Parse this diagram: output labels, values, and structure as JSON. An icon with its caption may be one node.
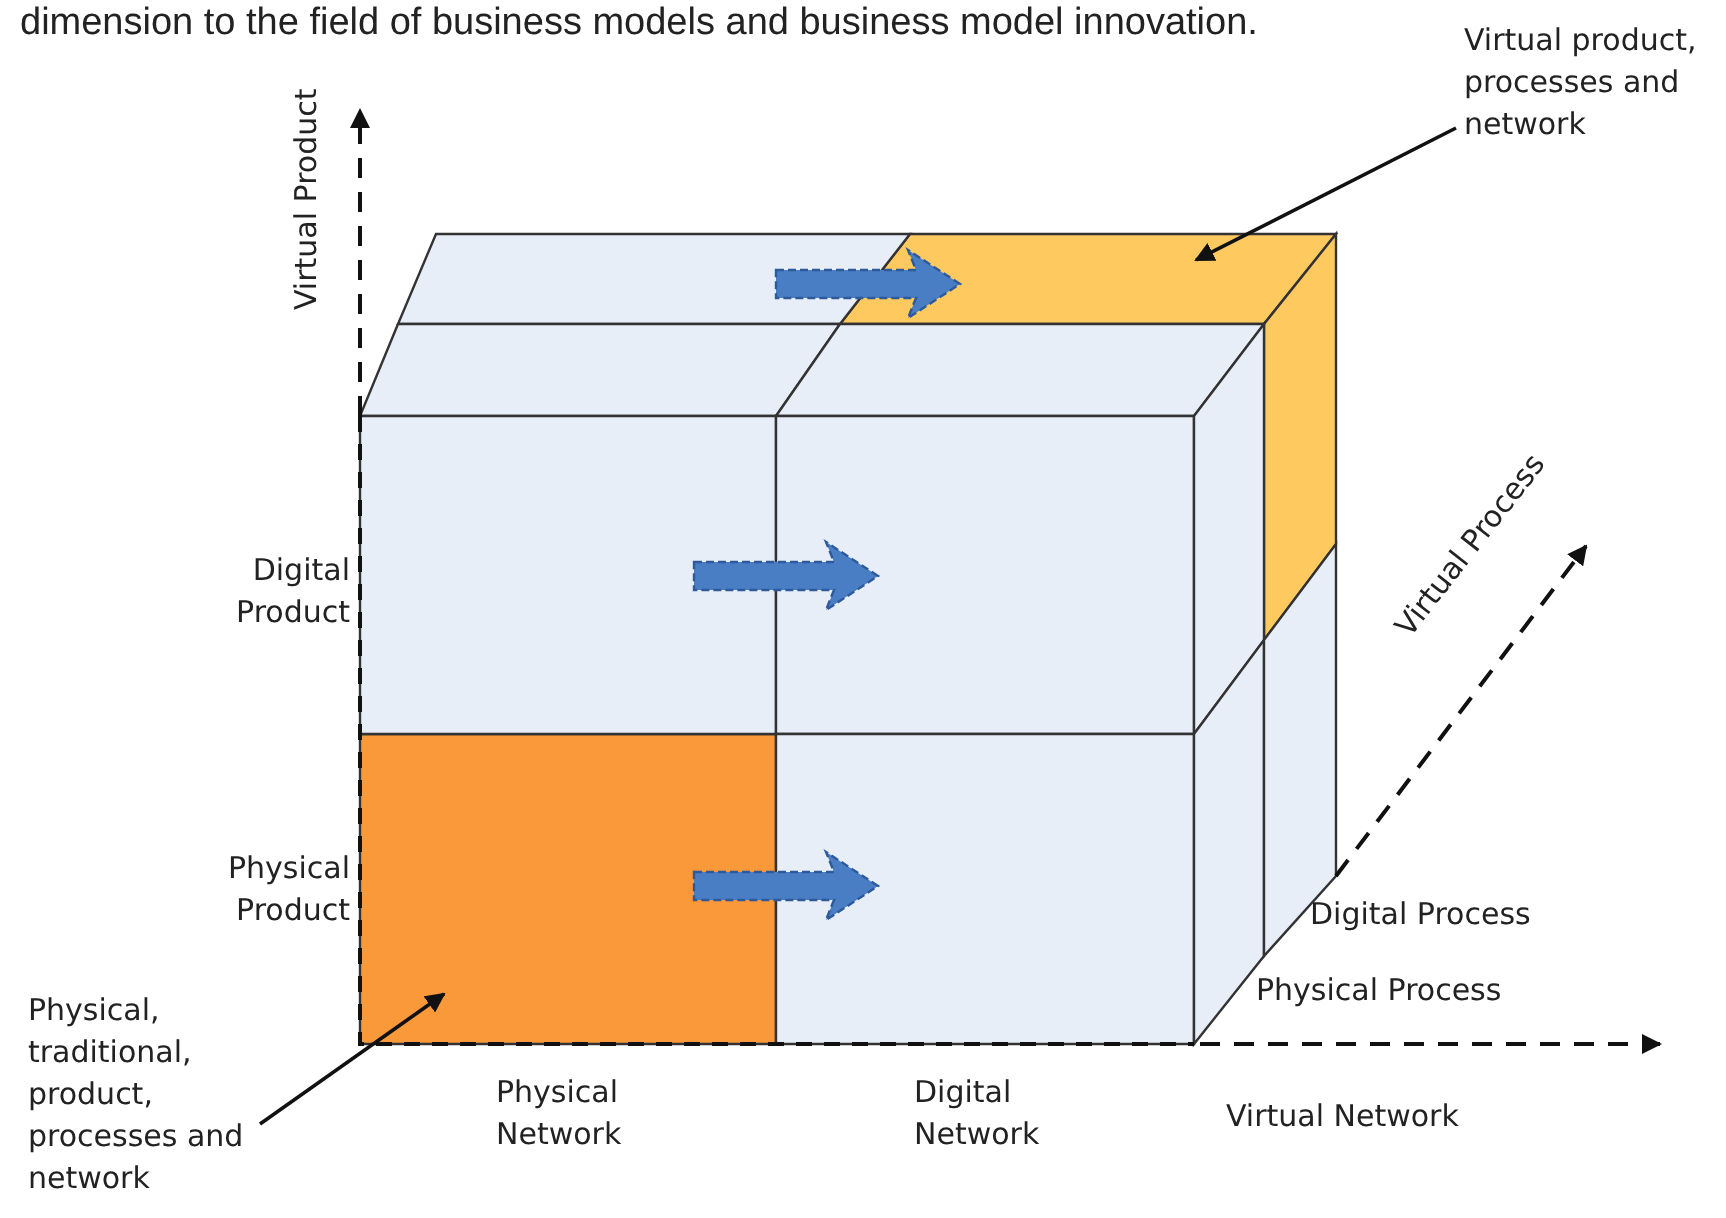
{
  "diagram": {
    "nodes": [
      {
        "text": [
          "Virtual product, processes and network"
        ]
      },
      {
        "text": [],
        "shape": "box"
      },
      {
        "text": [
          "Physical, traditional, product, processes and network"
        ]
      },
      {
        "text": [],
        "shape": "box"
      },
      {
        "text": [],
        "shape": "box"
      },
      {
        "text": [],
        "shape": "box"
      },
      {
        "text": [],
        "shape": "box"
      },
      {
        "text": [],
        "shape": "box"
      },
      {
        "text": [],
        "shape": "box"
      },
      {
        "text": [],
        "shape": "box"
      },
      {
        "text": [],
        "shape": "box"
      },
      {
        "text": [],
        "shape": "box"
      },
      {
        "text": [],
        "shape": "box"
      }
    ],
    "edges": [
      {
        "from": 0,
        "to": 1,
        "arrow": "to"
      },
      {
        "from": 2,
        "to": 3,
        "arrow": "to"
      },
      {
        "from": 4,
        "to": 1,
        "arrow": "to",
        "style": "thick",
        "color": "#4a7ec4"
      },
      {
        "from": 7,
        "to": 8,
        "arrow": "to",
        "style": "thick",
        "color": "#4a7ec4"
      },
      {
        "from": 3,
        "to": 10,
        "arrow": "to",
        "style": "thick",
        "color": "#4a7ec4"
      }
    ],
    "labels": [
      "dimension to the field of business models and business model innovation.",
      "Virtual Product",
      "Digital Product",
      "Physical Product",
      "Virtual Process",
      "Digital Process",
      "Physical Process",
      "Physical Network",
      "Digital Network",
      "Virtual Network"
    ]
  }
}
